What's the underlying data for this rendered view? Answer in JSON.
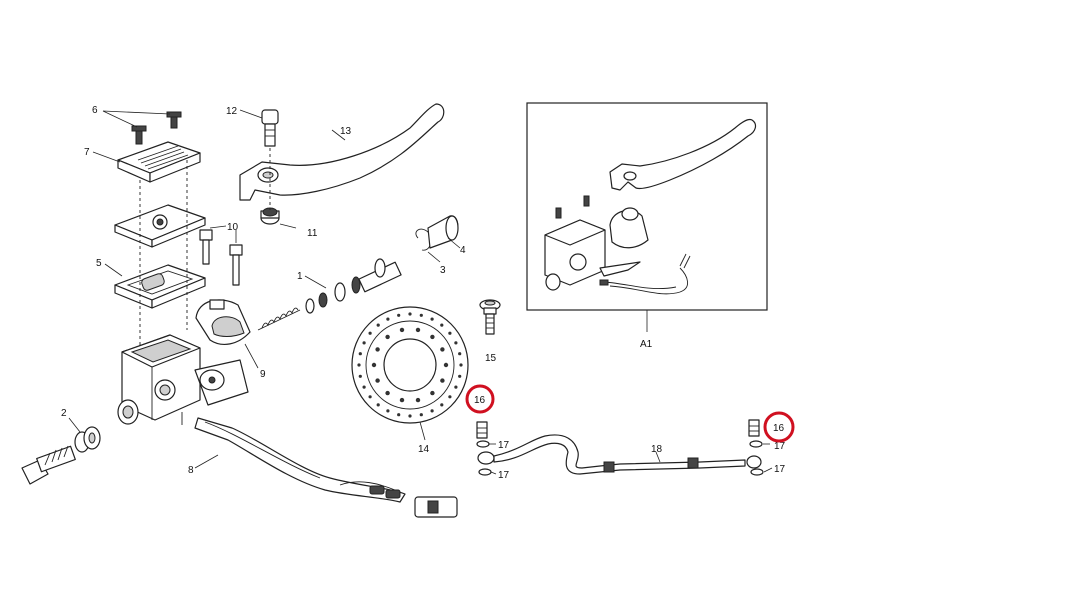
{
  "callouts": {
    "c1": "1",
    "c2": "2",
    "c3": "3",
    "c4": "4",
    "c5": "5",
    "c6": "6",
    "c7": "7",
    "c8": "8",
    "c9": "9",
    "c10": "10",
    "c11": "11",
    "c12": "12",
    "c13": "13",
    "c14": "14",
    "c15": "15",
    "c16a": "16",
    "c16b": "16",
    "c17a": "17",
    "c17b": "17",
    "c17c": "17",
    "c17d": "17",
    "c18": "18",
    "cA1": "A1"
  },
  "colors": {
    "highlight": "#d01020",
    "line": "#222222",
    "background": "#ffffff"
  }
}
